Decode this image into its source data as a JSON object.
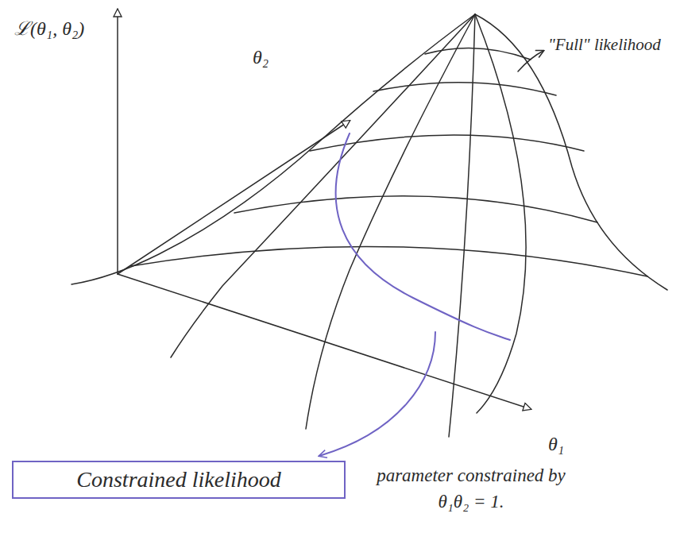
{
  "diagram": {
    "nodes": [
      {
        "text": [
          "Constrained likelihood"
        ]
      }
    ],
    "labels": [
      "ℒ(θ₁, θ₂)",
      "θ₂",
      "\"Full\" likelihood",
      "θ₁",
      "parameter constrained by θ₁θ₂ = 1."
    ]
  }
}
